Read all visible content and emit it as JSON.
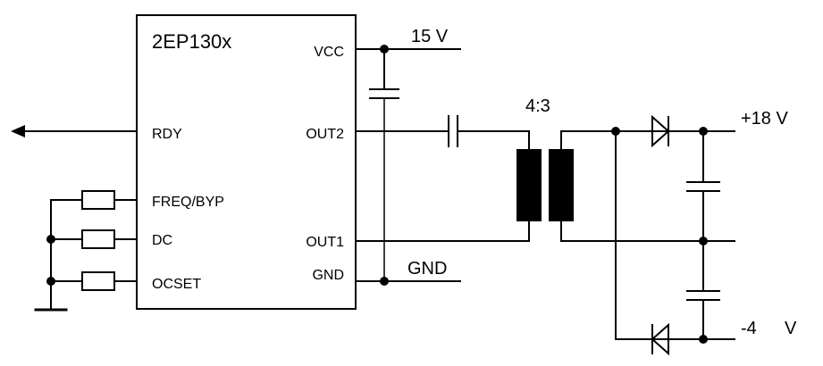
{
  "ic": {
    "name": "2EP130x",
    "pins_left": {
      "rdy": "RDY",
      "freq_byp": "FREQ/BYP",
      "dc": "DC",
      "ocset": "OCSET"
    },
    "pins_right": {
      "vcc": "VCC",
      "out2": "OUT2",
      "out1": "OUT1",
      "gnd": "GND"
    }
  },
  "nets": {
    "supply": "15 V",
    "ground": "GND",
    "transformer_ratio": "4:3",
    "output_pos": "+18 V",
    "output_neg": "-4",
    "output_neg_unit": "V"
  }
}
